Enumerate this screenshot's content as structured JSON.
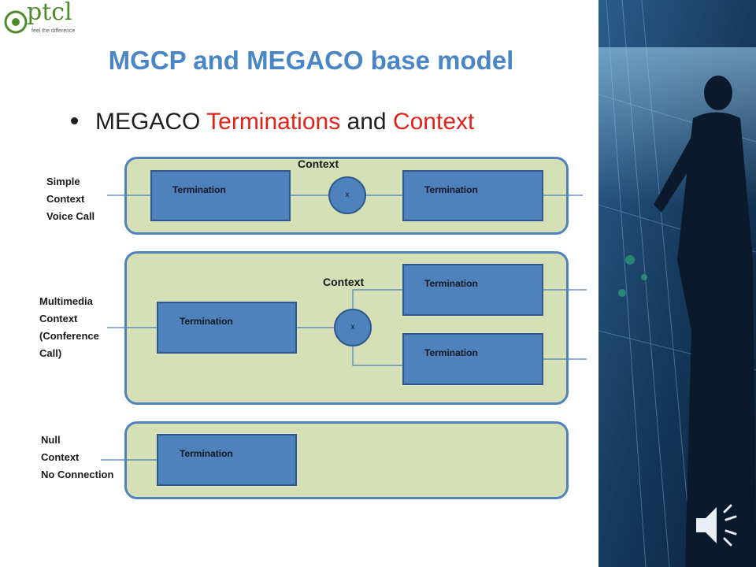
{
  "logo": {
    "wordmark": "ptcl",
    "tagline": "feel the difference"
  },
  "slide": {
    "title": "MGCP and MEGACO base model",
    "bullet": {
      "prefix": "MEGACO ",
      "highlight1": "Terminations",
      "middle": " and ",
      "highlight2": "Context"
    }
  },
  "diagram": {
    "simple": {
      "side_label": [
        "Simple",
        "Context",
        "Voice Call"
      ],
      "context_label": "Context",
      "term_left": "Termination",
      "term_right": "Termination",
      "node": "x"
    },
    "multimedia": {
      "side_label": [
        "Multimedia",
        "Context",
        "(Conference",
        "Call)"
      ],
      "context_label": "Context",
      "term_left": "Termination",
      "term_top": "Termination",
      "term_bottom": "Termination",
      "node": "x"
    },
    "null": {
      "side_label": [
        "Null",
        "Context",
        "No Connection"
      ],
      "term": "Termination"
    }
  },
  "colors": {
    "title": "#4a86c6",
    "highlight": "#e2231a",
    "context_fill": "#d6e0b6",
    "termination": "#4f81bd"
  }
}
